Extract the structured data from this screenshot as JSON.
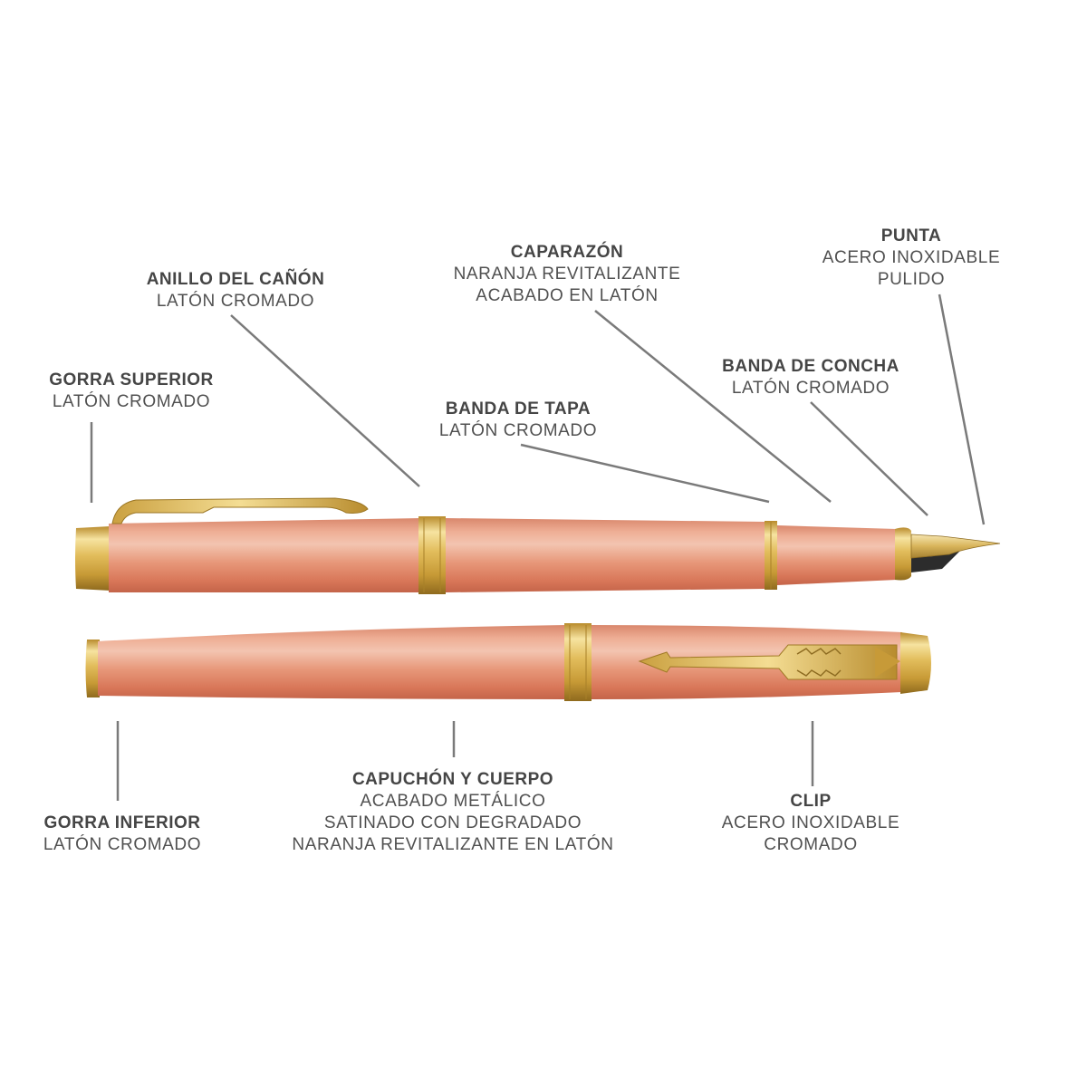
{
  "diagram": {
    "subject": "Fountain pen anatomy",
    "colors": {
      "body_orange": "#e8977a",
      "body_highlight": "#f3c2ad",
      "body_shadow": "#c9664a",
      "gold": "#d9b24a",
      "gold_light": "#f3dc8e",
      "gold_dark": "#a9802a",
      "leader_line": "#7a7a7a",
      "text": "#4a4a4a"
    },
    "callouts": [
      {
        "id": "gorra-superior",
        "title": "GORRA SUPERIOR",
        "lines": [
          "LATÓN CROMADO"
        ]
      },
      {
        "id": "anillo-del-canon",
        "title": "ANILLO DEL CAÑÓN",
        "lines": [
          "LATÓN CROMADO"
        ]
      },
      {
        "id": "caparazon",
        "title": "CAPARAZÓN",
        "lines": [
          "NARANJA REVITALIZANTE",
          "ACABADO EN LATÓN"
        ]
      },
      {
        "id": "punta",
        "title": "PUNTA",
        "lines": [
          "ACERO INOXIDABLE",
          "PULIDO"
        ]
      },
      {
        "id": "banda-de-concha",
        "title": "BANDA DE CONCHA",
        "lines": [
          "LATÓN CROMADO"
        ]
      },
      {
        "id": "banda-de-tapa",
        "title": "BANDA DE TAPA",
        "lines": [
          "LATÓN CROMADO"
        ]
      },
      {
        "id": "gorra-inferior",
        "title": "GORRA INFERIOR",
        "lines": [
          "LATÓN CROMADO"
        ]
      },
      {
        "id": "capuchon-y-cuerpo",
        "title": "CAPUCHÓN Y CUERPO",
        "lines": [
          "ACABADO METÁLICO",
          "SATINADO CON DEGRADADO",
          "NARANJA REVITALIZANTE EN LATÓN"
        ]
      },
      {
        "id": "clip",
        "title": "CLIP",
        "lines": [
          "ACERO INOXIDABLE",
          "CROMADO"
        ]
      }
    ]
  }
}
